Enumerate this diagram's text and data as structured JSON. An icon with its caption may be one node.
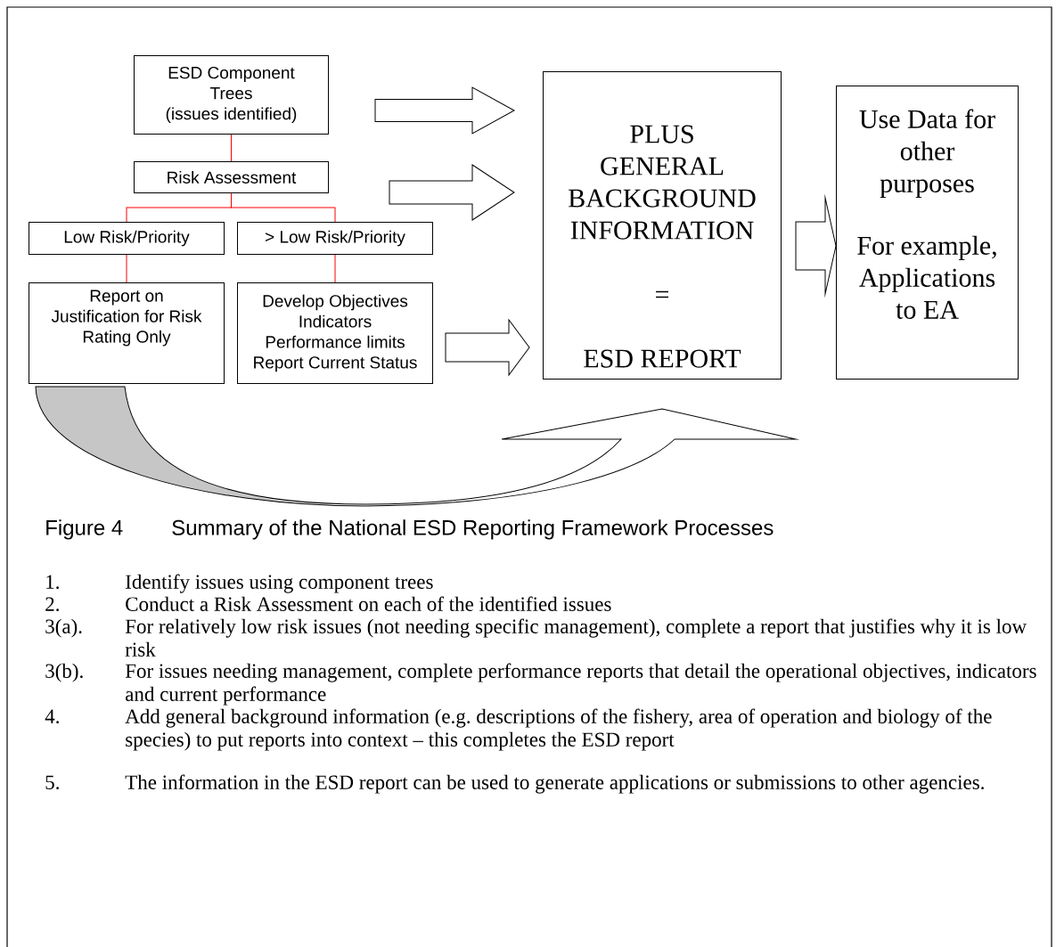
{
  "diagram": {
    "nodes": [
      {
        "text": [
          "ESD Component Trees",
          "(issues identified)"
        ]
      },
      {
        "text": [
          "Risk Assessment"
        ]
      },
      {
        "text": [
          "Low Risk/Priority"
        ]
      },
      {
        "text": [
          "> Low Risk/Priority"
        ]
      },
      {
        "text": [
          "Report on Justification for Risk Rating Only"
        ]
      },
      {
        "text": [
          "Develop Objectives",
          "Indicators",
          "Performance limits",
          "Report Current Status"
        ]
      },
      {
        "text": [
          "PLUS GENERAL BACKGROUND INFORMATION",
          "=",
          "ESD REPORT"
        ]
      },
      {
        "text": [
          "Use Data for other purposes",
          "For example, Applications to EA"
        ]
      }
    ],
    "edges": [
      {
        "from": 0,
        "to": 1,
        "arrow": "none",
        "color": "#ff0000"
      },
      {
        "from": 1,
        "to": 2,
        "arrow": "none",
        "color": "#ff0000"
      },
      {
        "from": 1,
        "to": 3,
        "arrow": "none",
        "color": "#ff0000"
      },
      {
        "from": 2,
        "to": 4,
        "arrow": "none",
        "color": "#ff0000"
      },
      {
        "from": 3,
        "to": 5,
        "arrow": "none",
        "color": "#ff0000"
      },
      {
        "from": 0,
        "to": 6,
        "arrow": "to"
      },
      {
        "from": 1,
        "to": 6,
        "arrow": "to"
      },
      {
        "from": 5,
        "to": 6,
        "arrow": "to"
      },
      {
        "from": 6,
        "to": 7,
        "arrow": "to"
      },
      {
        "from": 4,
        "to": 6,
        "arrow": "to"
      }
    ],
    "labels": [
      "Figure 4",
      "Summary of the National ESD Reporting Framework Processes",
      "1.",
      "Identify issues using component trees",
      "2.",
      "Conduct a Risk Assessment on each of the identified issues",
      "3(a).",
      "For relatively low risk issues (not needing specific management), complete a report that justifies why it is low risk",
      "3(b).",
      "For issues needing management, complete performance reports that detail the operational objectives, indicators and current performance",
      "4.",
      "Add general background information (e.g. descriptions of the fishery, area of operation and biology of the species) to put reports into context – this completes the ESD report",
      "5.",
      "The information in the ESD report can be used to generate applications or submissions to other agencies."
    ]
  }
}
